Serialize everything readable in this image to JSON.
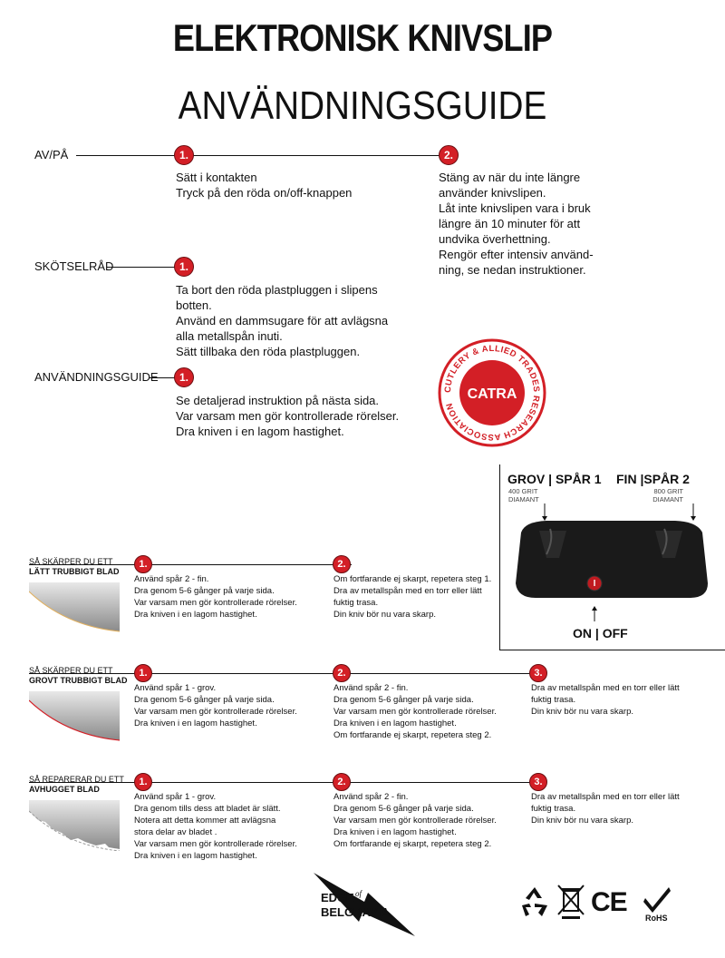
{
  "header": {
    "title": "ELEKTRONISK KNIVSLIP",
    "subtitle": "ANVÄNDNINGSGUIDE"
  },
  "sections": {
    "avpa": {
      "label": "AV/PÅ",
      "step1_num": "1.",
      "step1_text": "Sätt i kontakten\nTryck på den röda on/off-knappen",
      "step2_num": "2.",
      "step2_text": "Stäng av när du inte längre\nanvänder knivslipen.\nLåt inte knivslipen vara i bruk\nlängre än 10 minuter för att\nundvika överhettning.\nRengör efter intensiv använd-\nning, se nedan instruktioner."
    },
    "skotsel": {
      "label": "SKÖTSELRÅD",
      "step1_num": "1.",
      "step1_text": "Ta bort den röda plastpluggen i slipens\nbotten.\nAnvänd en dammsugare för att avlägsna\nalla metallspån inuti.\nSätt tillbaka den röda plastpluggen."
    },
    "guide": {
      "label": "ANVÄNDNINGSGUIDE",
      "step1_num": "1.",
      "step1_text": "Se detaljerad instruktion på nästa sida.\nVar varsam men gör kontrollerade rörelser.\nDra kniven i en lagom hastighet."
    }
  },
  "seal": {
    "center": "CATRA",
    "ring_text": "CUTLERY & ALLIED TRADES RESEARCH ASSOCIATION"
  },
  "device": {
    "left_title": "GROV",
    "left_slot": "SPÅR 1",
    "left_grit": "400 GRIT",
    "left_type": "DIAMANT",
    "right_title": "FIN",
    "right_slot": "SPÅR 2",
    "right_grit": "800 GRIT",
    "right_type": "DIAMANT",
    "on": "ON",
    "off": "OFF",
    "sep": "|"
  },
  "sharpen": {
    "light": {
      "label1": "SÅ SKÄRPER DU ETT",
      "label2": "LÄTT TRUBBIGT BLAD",
      "s1_num": "1.",
      "s1_text": "Använd spår 2 - fin.\nDra genom 5-6 gånger på varje sida.\nVar varsam men gör kontrollerade rörelser.\nDra kniven i en lagom hastighet.",
      "s2_num": "2.",
      "s2_text": "Om fortfarande ej skarpt, repetera steg 1.\nDra av metallspån med en torr eller lätt\nfuktig trasa.\nDin kniv bör nu vara skarp."
    },
    "heavy": {
      "label1": "SÅ SKÄRPER DU ETT",
      "label2": "GROVT TRUBBIGT BLAD",
      "s1_num": "1.",
      "s1_text": "Använd spår 1 - grov.\nDra genom 5-6 gånger på varje sida.\nVar varsam men gör kontrollerade rörelser.\nDra kniven i en lagom hastighet.",
      "s2_num": "2.",
      "s2_text": "Använd spår 2 - fin.\nDra genom 5-6 gånger på varje sida.\nVar varsam men gör kontrollerade rörelser.\nDra kniven i en lagom hastighet.\nOm fortfarande ej skarpt, repetera steg 2.",
      "s3_num": "3.",
      "s3_text": "Dra av metallspån med en torr eller lätt\nfuktig trasa.\nDin kniv bör nu vara skarp."
    },
    "chipped": {
      "label1": "SÅ REPARERAR DU ETT",
      "label2": "AVHUGGET BLAD",
      "s1_num": "1.",
      "s1_text": "Använd spår 1 - grov.\nDra genom tills dess att bladet är slätt.\nNotera att detta kommer att avlägsna\nstora delar av bladet .\nVar varsam men gör kontrollerade rörelser.\nDra kniven i en lagom hastighet.",
      "s2_num": "2.",
      "s2_text": "Använd spår 2 - fin.\nDra genom 5-6 gånger på varje sida.\nVar varsam men gör kontrollerade rörelser.\nDra kniven i en lagom hastighet.\nOm fortfarande ej skarpt, repetera steg 2.",
      "s3_num": "3.",
      "s3_text": "Dra av metallspån med en torr eller lätt\nfuktig trasa.\nDin kniv bör nu vara skarp."
    }
  },
  "footer": {
    "brand_line1": "EDGE",
    "brand_of": "of",
    "brand_line2": "BELGRAVIA",
    "ce": "CE",
    "rohs": "RoHS"
  },
  "colors": {
    "accent": "#d31f26",
    "text": "#111111"
  },
  "icons": [
    "recycle-icon",
    "weee-bin-icon",
    "ce-mark-icon",
    "rohs-check-icon"
  ]
}
